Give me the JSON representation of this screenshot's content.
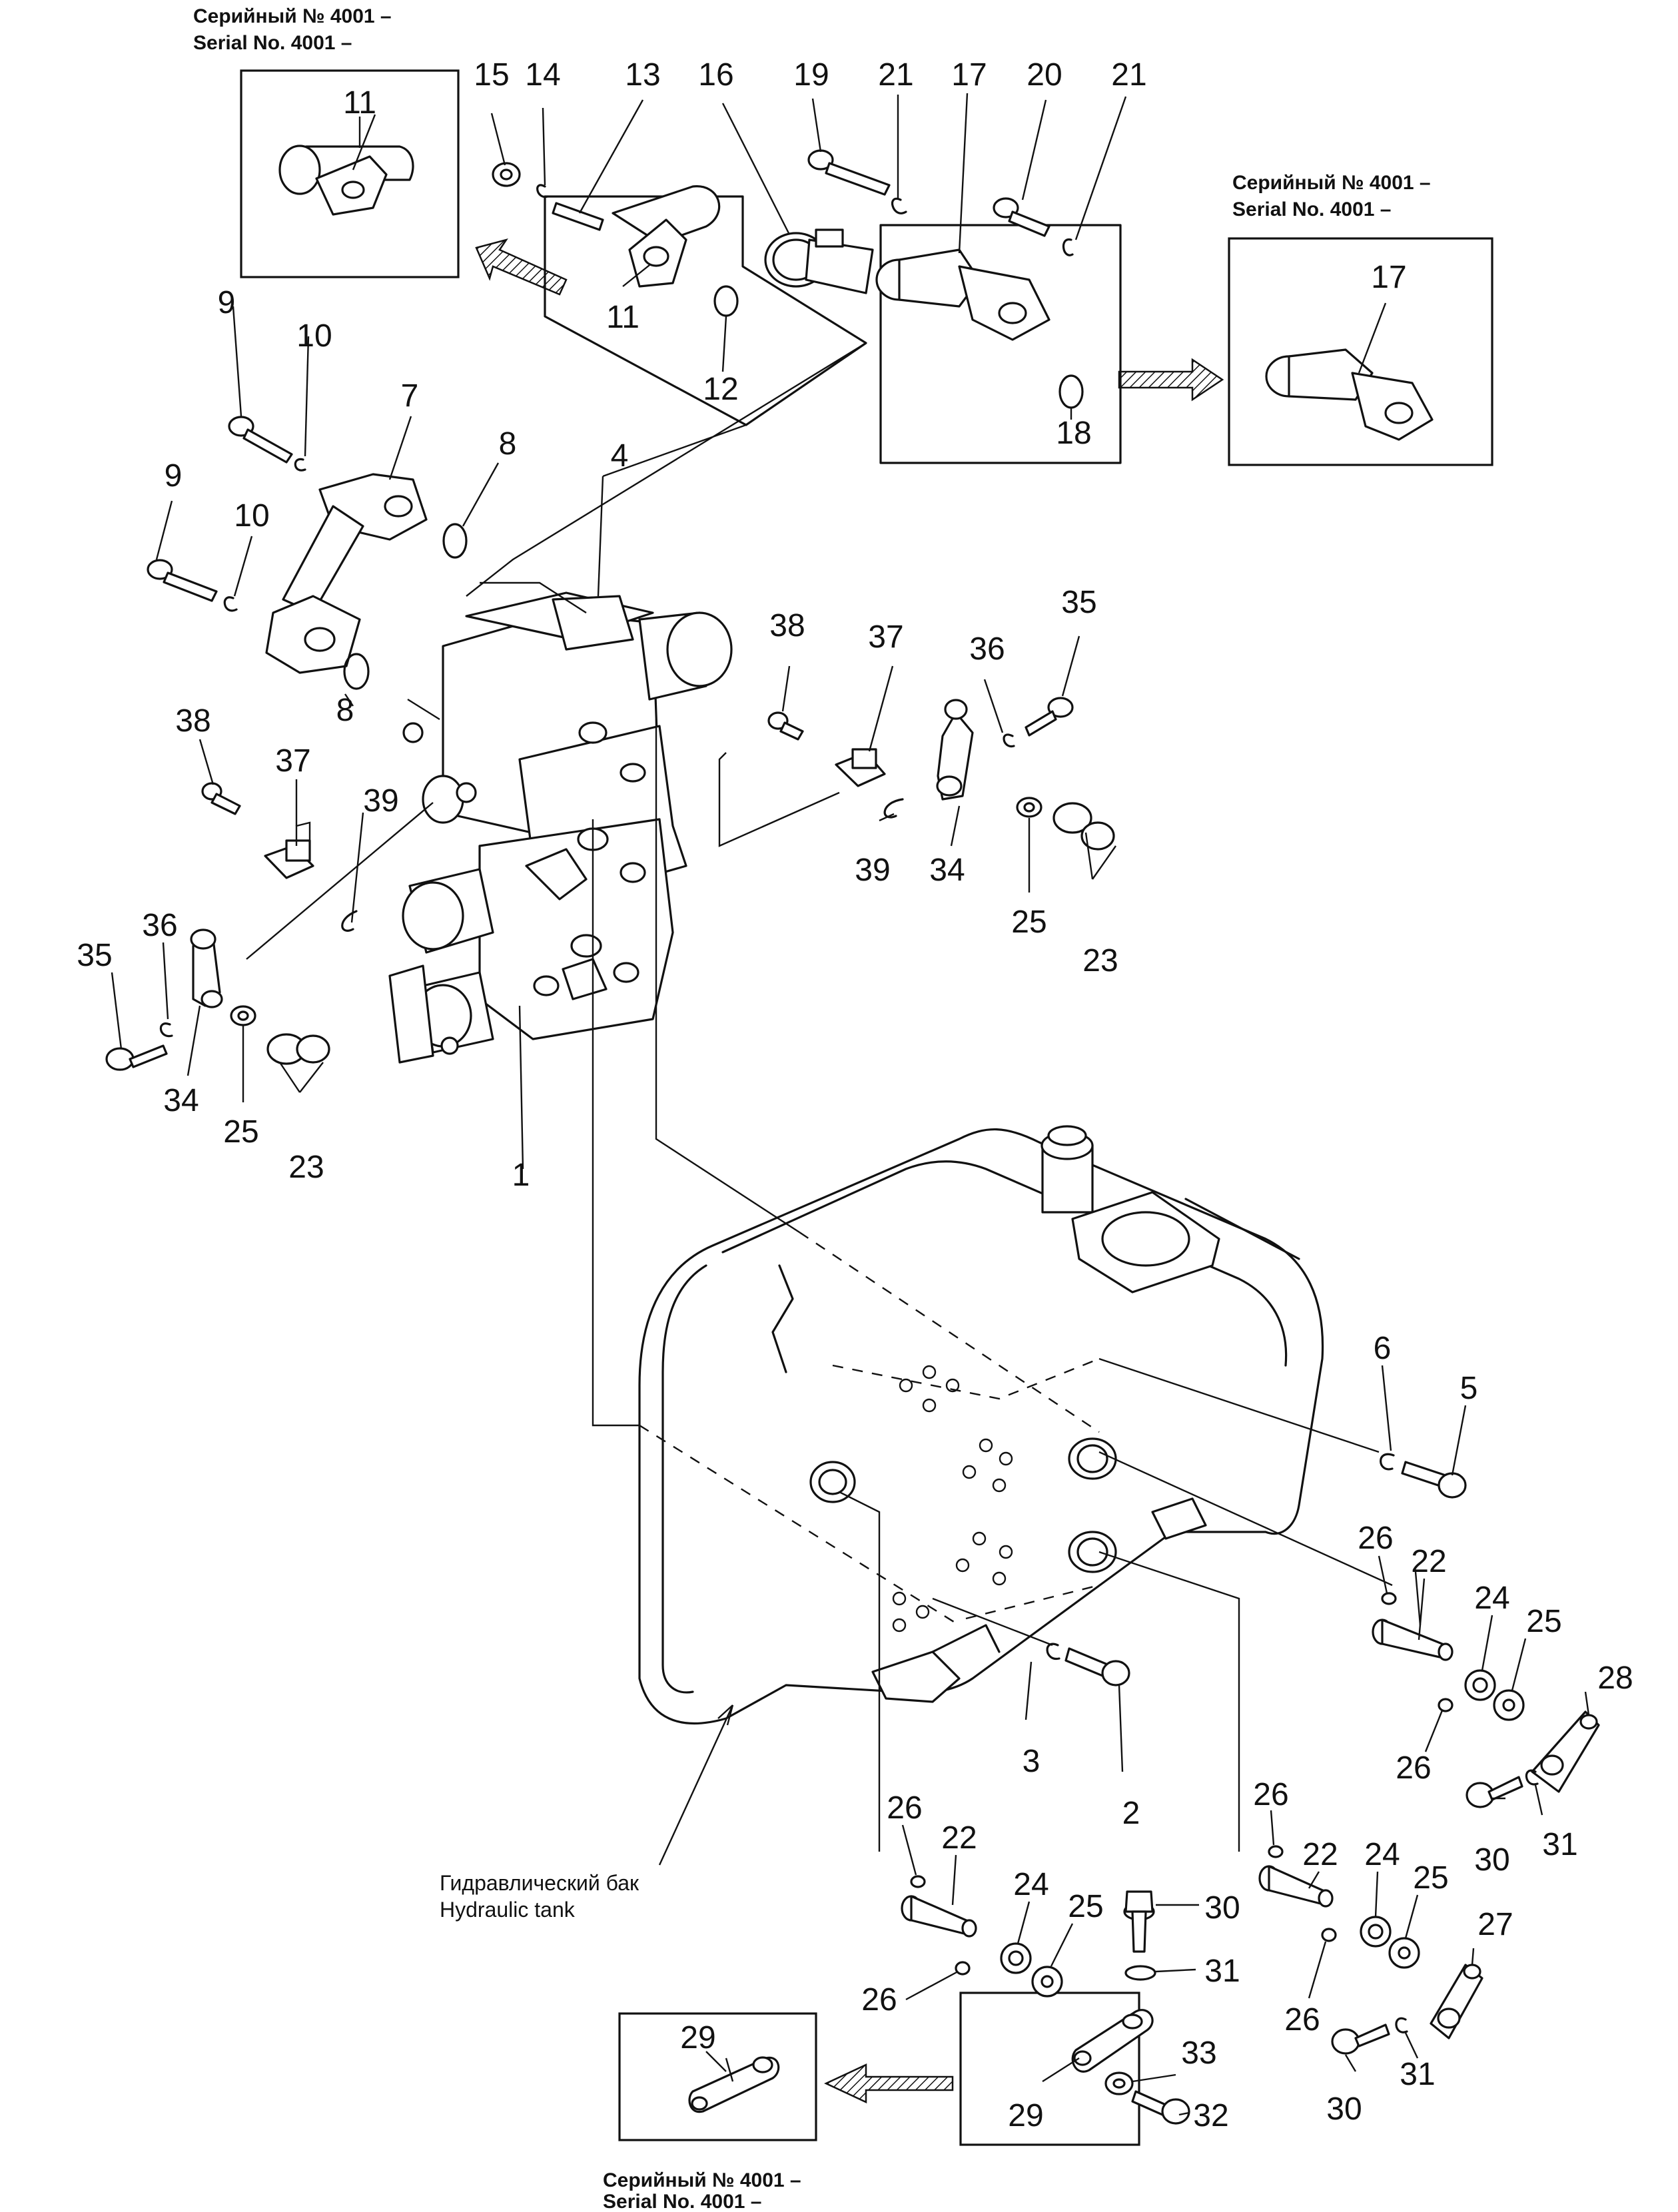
{
  "serial_notes": {
    "top_left": {
      "ru": "Серийный № 4001 –",
      "en": "Serial No. 4001 –"
    },
    "top_right": {
      "ru": "Серийный № 4001 –",
      "en": "Serial No. 4001 –"
    },
    "bottom": {
      "ru": "Серийный № 4001 –",
      "en": "Serial No. 4001 –"
    }
  },
  "tank_label": {
    "ru": "Гидравлический бак",
    "en": "Hydraulic tank"
  },
  "callouts": {
    "c1": "1",
    "c2": "2",
    "c3": "3",
    "c4": "4",
    "c5": "5",
    "c6": "6",
    "c7": "7",
    "c8": "8",
    "c9": "9",
    "c10": "10",
    "c11": "11",
    "c12": "12",
    "c13": "13",
    "c14": "14",
    "c15": "15",
    "c16": "16",
    "c17": "17",
    "c18": "18",
    "c19": "19",
    "c20": "20",
    "c21": "21",
    "c22": "22",
    "c23": "23",
    "c24": "24",
    "c25": "25",
    "c26": "26",
    "c27": "27",
    "c28": "28",
    "c29": "29",
    "c30": "30",
    "c31": "31",
    "c32": "32",
    "c33": "33",
    "c34": "34",
    "c35": "35",
    "c36": "36",
    "c37": "37",
    "c38": "38",
    "c39": "39"
  }
}
